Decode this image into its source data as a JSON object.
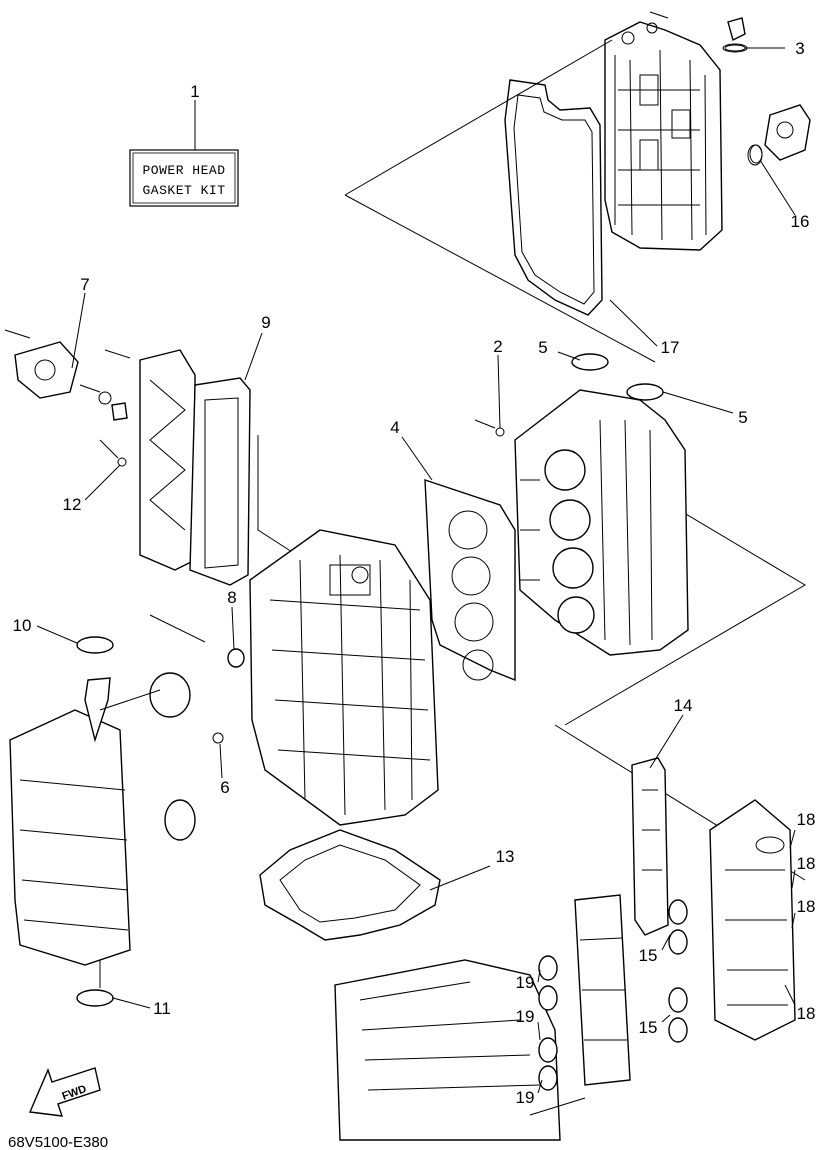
{
  "kit_box": {
    "line1": "POWER HEAD",
    "line2": "GASKET KIT"
  },
  "document_number": "68V5100-E380",
  "direction_arrow": {
    "label": "FWD",
    "icon": "forward-arrow-icon"
  },
  "callouts": [
    {
      "id": "c1",
      "label": "1"
    },
    {
      "id": "c2",
      "label": "2"
    },
    {
      "id": "c3",
      "label": "3"
    },
    {
      "id": "c4",
      "label": "4"
    },
    {
      "id": "c5a",
      "label": "5"
    },
    {
      "id": "c5b",
      "label": "5"
    },
    {
      "id": "c6",
      "label": "6"
    },
    {
      "id": "c7",
      "label": "7"
    },
    {
      "id": "c8",
      "label": "8"
    },
    {
      "id": "c9",
      "label": "9"
    },
    {
      "id": "c10",
      "label": "10"
    },
    {
      "id": "c11",
      "label": "11"
    },
    {
      "id": "c12",
      "label": "12"
    },
    {
      "id": "c13",
      "label": "13"
    },
    {
      "id": "c14",
      "label": "14"
    },
    {
      "id": "c15a",
      "label": "15"
    },
    {
      "id": "c15b",
      "label": "15"
    },
    {
      "id": "c16",
      "label": "16"
    },
    {
      "id": "c17",
      "label": "17"
    },
    {
      "id": "c18a",
      "label": "18"
    },
    {
      "id": "c18b",
      "label": "18"
    },
    {
      "id": "c18c",
      "label": "18"
    },
    {
      "id": "c18d",
      "label": "18"
    },
    {
      "id": "c19a",
      "label": "19"
    },
    {
      "id": "c19b",
      "label": "19"
    },
    {
      "id": "c19c",
      "label": "19"
    }
  ]
}
